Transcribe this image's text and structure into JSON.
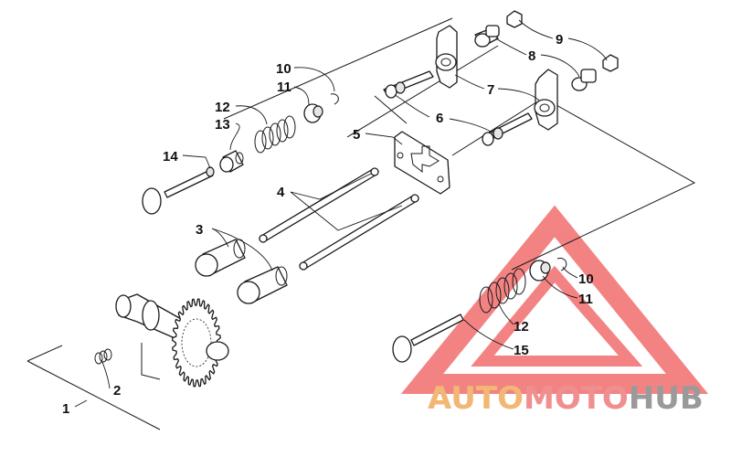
{
  "callouts": {
    "c1": "1",
    "c2": "2",
    "c3": "3",
    "c4": "4",
    "c5": "5",
    "c6": "6",
    "c7": "7",
    "c8": "8",
    "c9": "9",
    "c10a": "10",
    "c11a": "11",
    "c12a": "12",
    "c13": "13",
    "c14": "14",
    "c10b": "10",
    "c11b": "11",
    "c12b": "12",
    "c15": "15"
  },
  "watermark": {
    "part1": "AUTO",
    "part2": "MOTO",
    "part3": "HUB",
    "colors": {
      "auto": "#f2b774",
      "moto": "#f08f8f",
      "hub": "#9a9a9a",
      "triangle": "#f05a5a"
    }
  }
}
